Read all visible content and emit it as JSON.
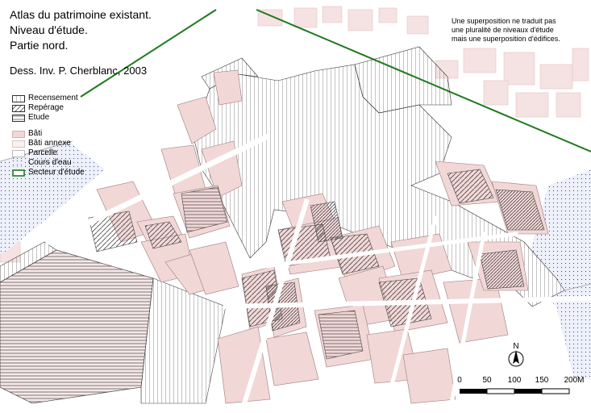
{
  "map": {
    "title_lines": [
      "Atlas du patrimoine existant.",
      "Niveau d'étude.",
      "Partie nord."
    ],
    "author": "Dess. Inv. P. Cherblanc, 2003",
    "note_lines": [
      "Une superposition ne traduit pas",
      "une pluralité de niveaux d'étude",
      "mais une superposition d'édifices."
    ],
    "legend": {
      "levels": [
        "Recensement",
        "Repérage",
        "Etude"
      ],
      "layers": [
        "Bâti",
        "Bâti annexe",
        "Parcelle",
        "Cours d'eau",
        "Secteur d'étude"
      ]
    },
    "scale": {
      "labels": [
        "0",
        "50",
        "100",
        "150",
        "200M"
      ]
    },
    "north_label": "N",
    "colors": {
      "bati": "#f2d7d7",
      "bati_stroke": "#c9a3a3",
      "sector": "#1e7a1e",
      "water": "#d4d8ef",
      "street": "#ffffff"
    }
  }
}
